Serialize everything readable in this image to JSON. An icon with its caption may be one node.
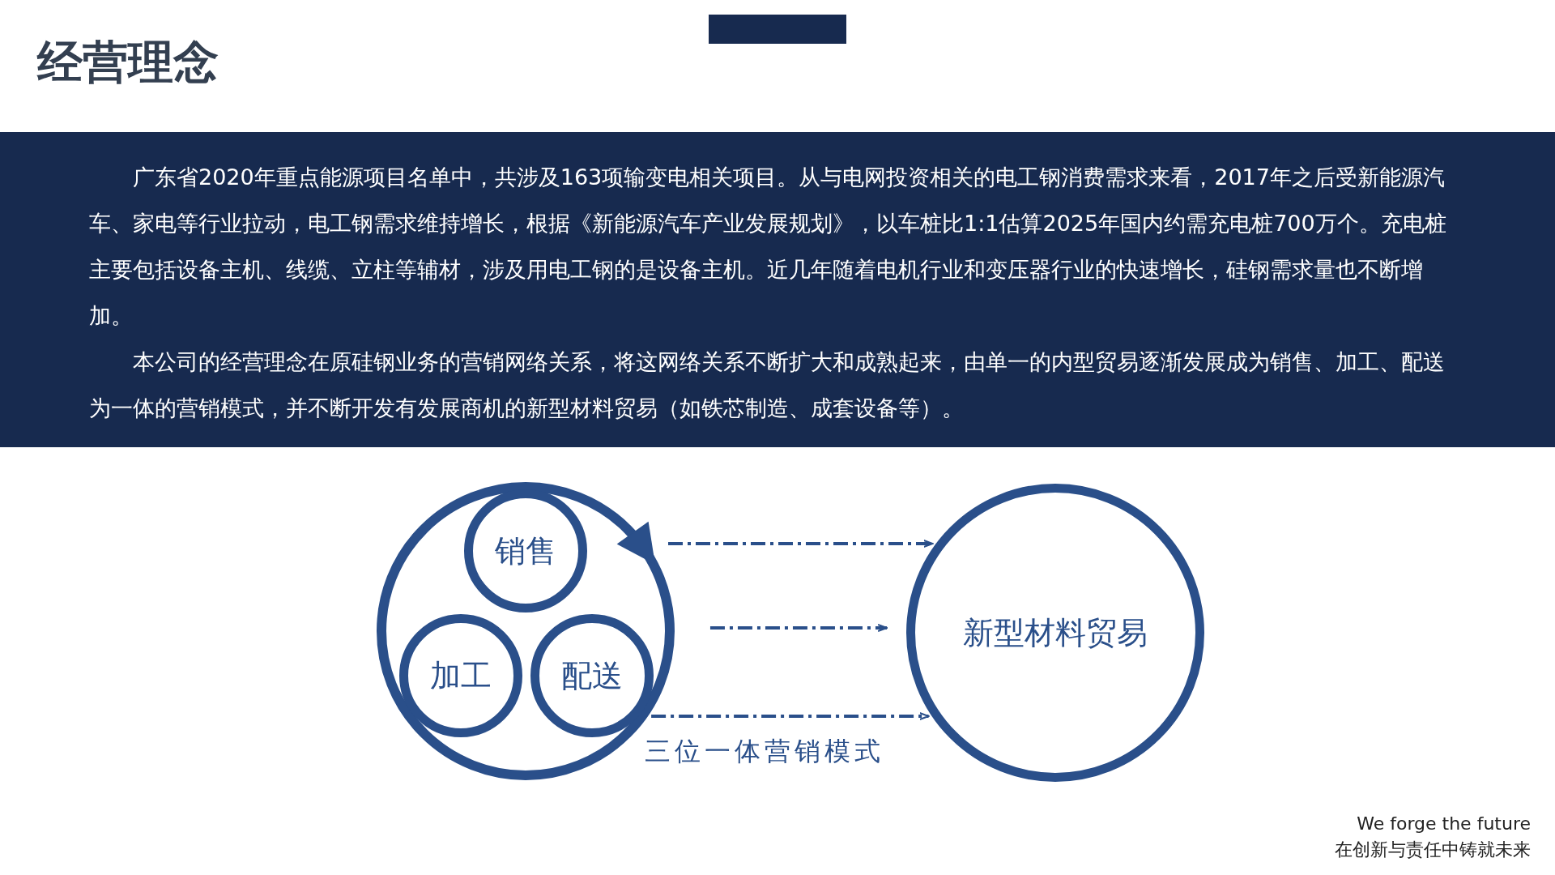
{
  "diagram": {
    "title": "经营理念",
    "nodes": [
      {
        "text": [],
        "shape": "circle"
      },
      {
        "text": [
          "销售"
        ],
        "in": 0
      },
      {
        "text": [
          "加工"
        ],
        "in": 0
      },
      {
        "text": [
          "配送"
        ],
        "in": 0
      },
      {
        "text": [
          "新型材料贸易"
        ]
      }
    ],
    "edges": [
      {
        "from": 0,
        "to": 4,
        "arrow": "to",
        "style": "dashed"
      },
      {
        "from": 0,
        "to": 4,
        "arrow": "to",
        "style": "dashed"
      },
      {
        "from": 0,
        "to": 4,
        "arrow": "to",
        "style": "dashed"
      }
    ],
    "labels": [
      "广东省2020年重点能源项目名单中，共涉及163项输变电相关项目。从与电网投资相关的电工钢消费需求来看，2017年之后受新能源汽车、家电等行业拉动，电工钢需求维持增长，根据《新能源汽车产业发展规划》，以车桩比1:1估算2025年国内约需充电桩700万个。充电桩主要包括设备主机、线缆、立柱等辅材，涉及用电工钢的是设备主机。近几年随着电机行业和变压器行业的快速增长，硅钢需求量也不断增加。",
      "本公司的经营理念在原硅钢业务的营销网络关系，将这网络关系不断扩大和成熟起来，由单一的内型贸易逐渐发展成为销售、加工、配送为一体的营销模式，并不断开发有发展商机的新型材料贸易（如铁芯制造、成套设备等）。",
      "三位一体营销模式",
      "We forge the future",
      "在创新与责任中铸就未来"
    ]
  }
}
